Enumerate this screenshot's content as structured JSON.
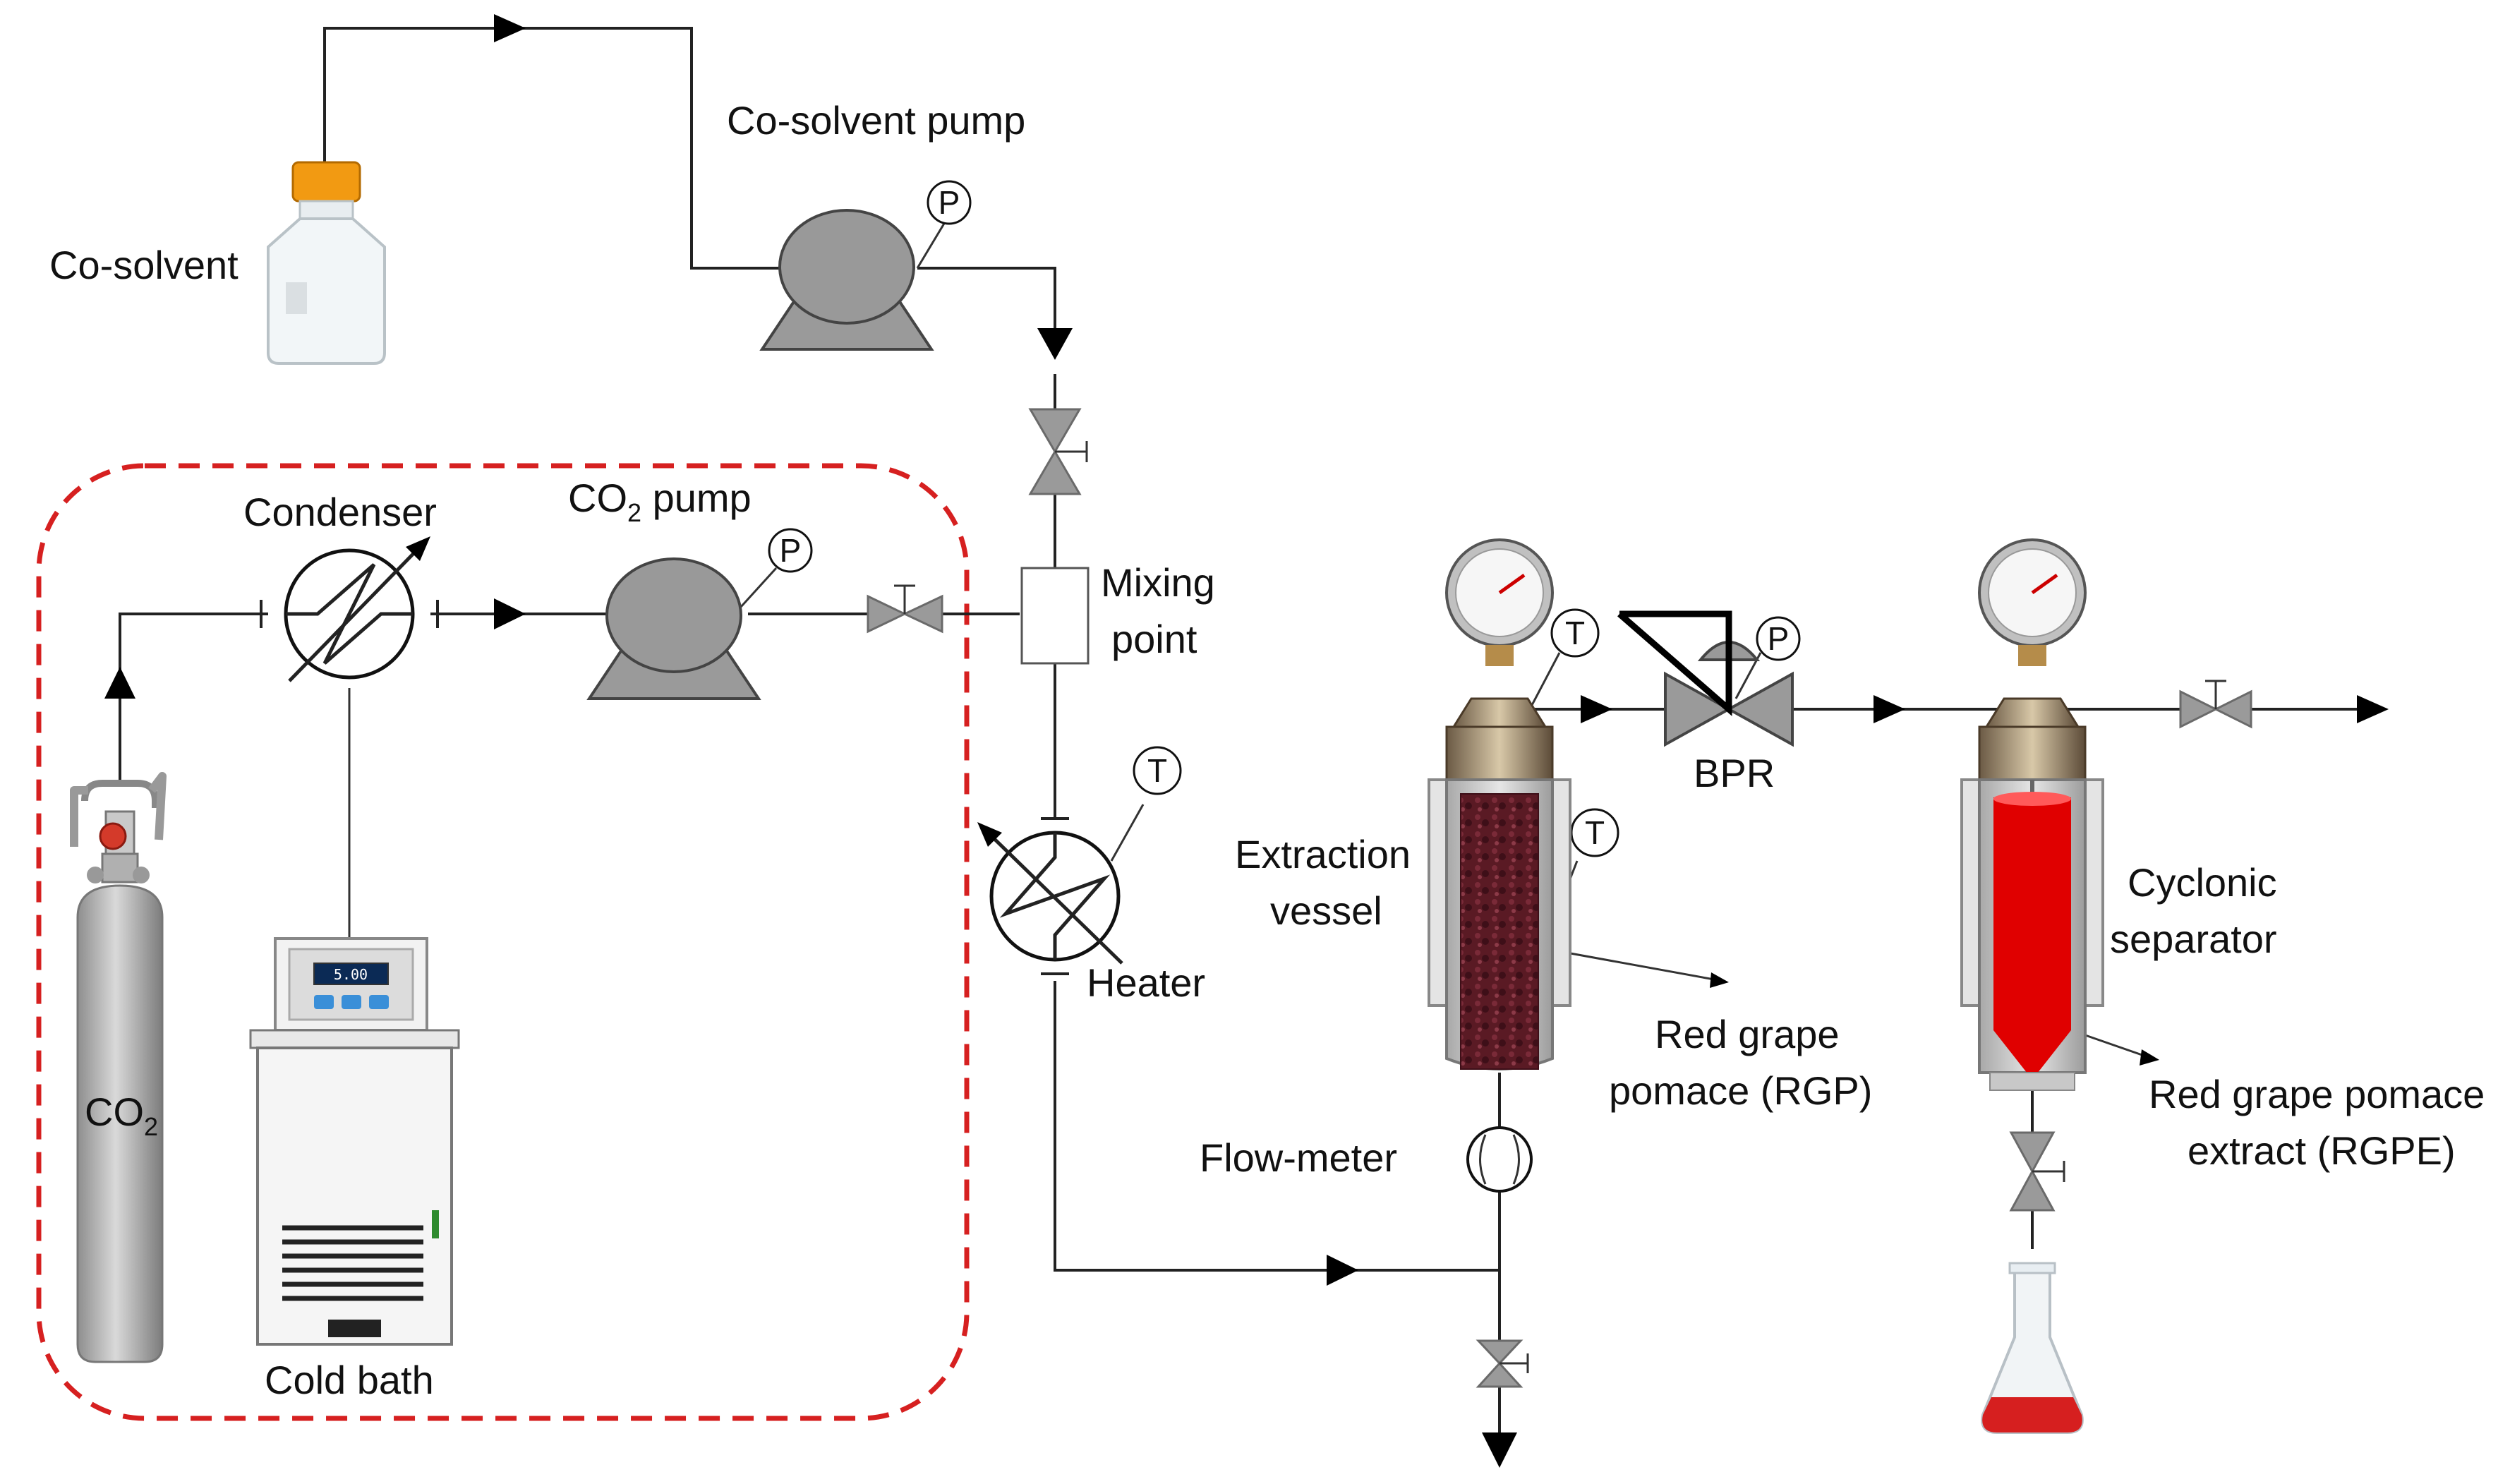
{
  "labels": {
    "co_solvent": "Co-solvent",
    "co_solvent_pump": "Co-solvent pump",
    "condenser": "Condenser",
    "co2_pump_main": "CO",
    "co2_pump_sub": "2",
    "co2_pump_tail": " pump",
    "mixing_line1": "Mixing",
    "mixing_line2": "point",
    "heater": "Heater",
    "extraction_line1": "Extraction",
    "extraction_line2": "vessel",
    "bpr": "BPR",
    "cyclonic_line1": "Cyclonic",
    "cyclonic_line2": "separator",
    "rgp_line1": "Red grape",
    "rgp_line2": "pomace (RGP)",
    "rgpe_line1": "Red grape pomace",
    "rgpe_line2": "extract (RGPE)",
    "flow_meter": "Flow-meter",
    "cold_bath": "Cold bath",
    "co2_cyl_main": "CO",
    "co2_cyl_sub": "2",
    "bath_display": "5.00"
  },
  "symbols": {
    "pressure": "P",
    "temperature": "T"
  },
  "colors": {
    "dashed_box": "#d62020",
    "extract_red": "#e00000",
    "pomace": "#5a1a24",
    "equipment_gray": "#9a9a9a"
  }
}
